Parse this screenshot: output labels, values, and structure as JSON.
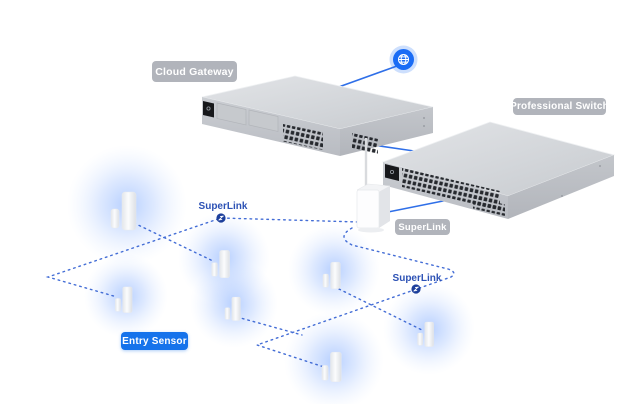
{
  "labels": {
    "cloud_gateway": "Cloud Gateway",
    "professional_switch": "Professional Switch",
    "superlink_device": "SuperLink",
    "entry_sensor": "Entry Sensor",
    "relay_1": "SuperLink",
    "relay_2": "SuperLink"
  },
  "icons": {
    "internet": "globe-icon",
    "relay": "superlink-relay-dot"
  },
  "diagram": {
    "device_count": {
      "gateways": 1,
      "switches": 1,
      "superlink_hubs": 1,
      "entry_sensors": 7,
      "superlink_relays": 2
    },
    "connections": {
      "wired_solid": [
        "internet-to-cloud-gateway",
        "cloud-gateway-to-professional-switch",
        "professional-switch-to-superlink-hub"
      ],
      "wireless_dotted": [
        "superlink-hub-to-relay-1-to-sensors",
        "sensor-to-sensor-mesh",
        "relay-2-to-sensors"
      ]
    }
  },
  "colors": {
    "accent_blue": "#1a6cf5",
    "solid_link": "#2f6fe8",
    "dotted_link": "#3a66d4",
    "badge_gray": "#aaaeb5",
    "badge_blue": "#1673eb",
    "relay_text": "#2d52b5",
    "device_gray": "#cdd0d4",
    "glow_blue": "#7aa8ff"
  }
}
